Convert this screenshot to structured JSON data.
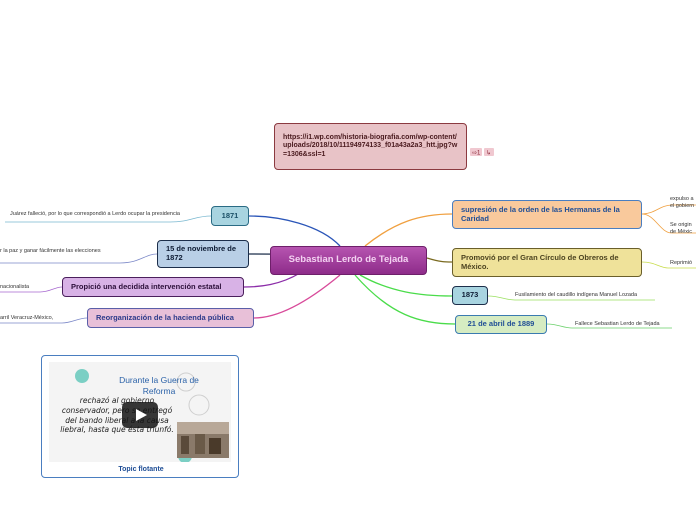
{
  "central": {
    "label": "Sebastian Lerdo de Tejada"
  },
  "url_node": {
    "label": "https://i1.wp.com/historia-biografia.com/wp-content/uploads/2018/10/11194974133_f01a43a2a3_htt.jpg?w=1306&ssl=1"
  },
  "left_topics": [
    {
      "label": "1871",
      "leaf": "Juárez falleció, por lo que correspondió a Lerdo ocupar la presidencia"
    },
    {
      "label": "15 de noviembre de 1872",
      "leaf": "r la paz y ganar fácilmente las elecciones"
    },
    {
      "label": "Propició una decidida intervención estatal",
      "leaf": "nacionalista"
    },
    {
      "label": "Reorganización de la hacienda pública",
      "leaf": "arril Veracruz-México,"
    }
  ],
  "right_topics": [
    {
      "label": "supresión de la orden de las Hermanas de la Caridad",
      "leaf1": "expulso a el gobiern",
      "leaf2": "Se origin de Méxic"
    },
    {
      "label": "Promovió por el Gran Círculo de Obreros de México.",
      "leaf1": "Reprimió"
    },
    {
      "label": "1873",
      "leaf1": "Fusilamiento del caudillo indígena Manuel Lozada"
    },
    {
      "label": "21 de abril de 1889",
      "leaf1": "Fallece Sebastian Lerdo de Tejada"
    }
  ],
  "floating": {
    "video_title": "Durante la Guerra de Reforma",
    "video_text": "rechazó al gobierno conservador, pero se entregó del bando liberal a la causa liebral, hasta que ésta triunfó.",
    "label": "Topic flotante"
  },
  "colors": {
    "central": "#a03d9c",
    "line_purple": "#7b3fd4",
    "line_green": "#5fe05f",
    "line_orange": "#f0a040"
  }
}
